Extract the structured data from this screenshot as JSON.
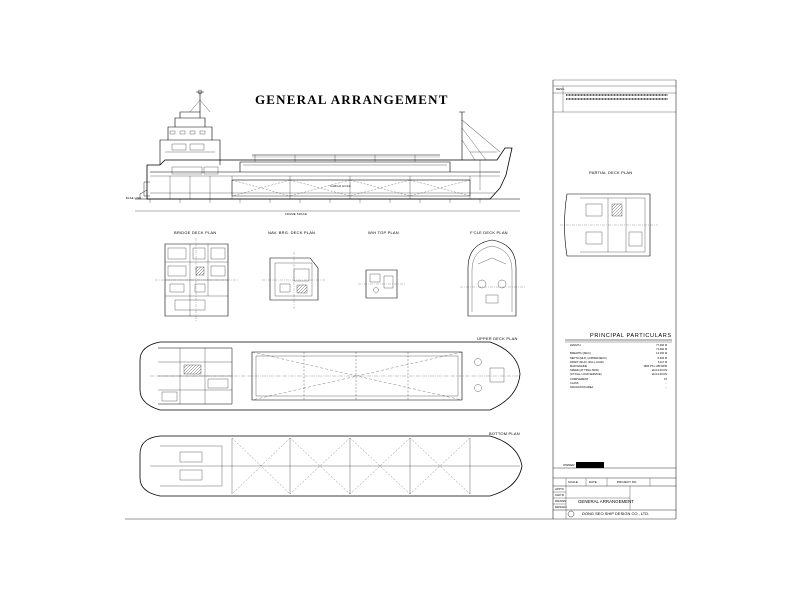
{
  "drawing": {
    "title": "GENERAL ARRANGEMENT",
    "views": {
      "partial_deck_plan": "PARTIAL DECK PLAN",
      "bridge_deck_plan": "BRIDGE DECK PLAN",
      "nav_brg_deck_plan": "NAV. BRG. DECK PLAN",
      "wh_top_plan": "W/H TOP PLAN",
      "fcle_deck_plan": "F'CLE DECK PLAN",
      "upper_deck_plan": "UPPER DECK PLAN",
      "bottom_plan": "BOTTOM PLAN"
    },
    "profile_labels": {
      "cargo_hold": "CARGO HOLD",
      "frame_space": "FRAME SPACE",
      "base_line": "BASE LINE"
    }
  },
  "principal_particulars": {
    "title": "PRINCIPAL   PARTICULARS",
    "rows": [
      {
        "label": "LENGTH",
        "value": "77.200 M"
      },
      {
        "label": "",
        "value": "71.000 M"
      },
      {
        "label": "BREADTH (MLD.)",
        "value": "13.200 M"
      },
      {
        "label": "DEPTH (MLD.) (UPPER DECK)",
        "value": "6.400 M"
      },
      {
        "label": "DRAFT (MLD.) (FULL LOAD)",
        "value": "5.117 M"
      },
      {
        "label": "MAIN ENGINE",
        "value": "1800 PS x 280 RPM"
      },
      {
        "label": "SPEED (AT TRIAL MCR)",
        "value": "abt.13.00 KN"
      },
      {
        "label": "(AT FULL LOAD SERVICE)",
        "value": "abt.12.00 KN"
      },
      {
        "label": "COMPLEMENT",
        "value": "15"
      },
      {
        "label": "CLASS",
        "value": "..."
      },
      {
        "label": "NAVIGATION AREA",
        "value": "..."
      }
    ]
  },
  "title_block": {
    "owner_label": "OWNER",
    "drawing_title": "GENERAL ARRANGEMENT",
    "company": "DONG SEO SHIP DESIGN CO., LTD.",
    "side_labels": [
      "APP'D",
      "CHK'D",
      "DRAWN",
      "DESIGN"
    ],
    "top_cells": [
      "SCALE",
      "DATE",
      "PROJECT NO."
    ]
  },
  "revision_block": {
    "header": "DESC."
  },
  "colors": {
    "ink": "#000000",
    "paper": "#ffffff",
    "owner_redaction": "#000000"
  }
}
